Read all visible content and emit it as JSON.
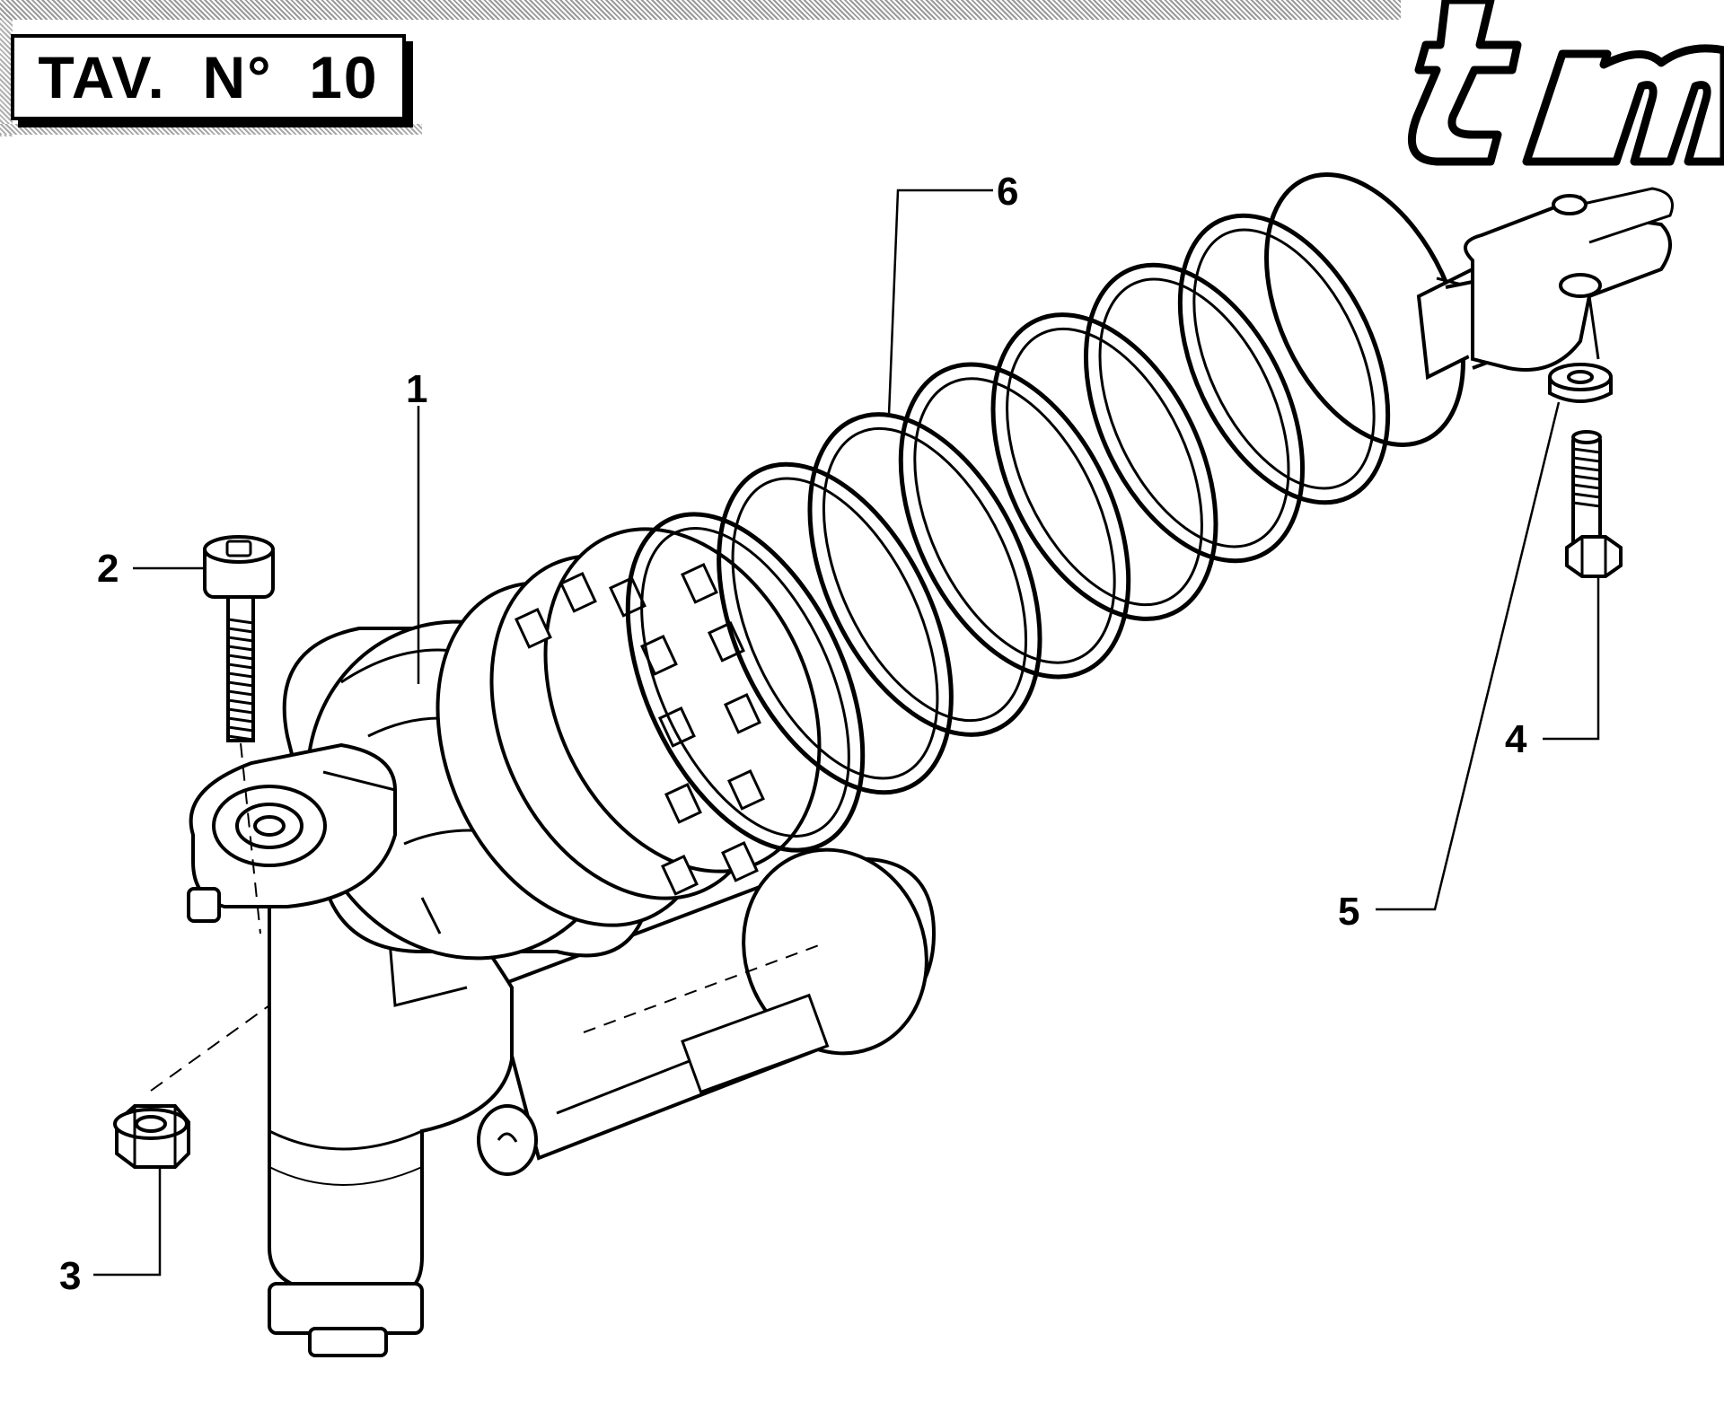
{
  "table_title": "TAV.  N°  10",
  "brand_mark": "tm",
  "callouts": [
    {
      "id": "1",
      "label": "1"
    },
    {
      "id": "2",
      "label": "2"
    },
    {
      "id": "3",
      "label": "3"
    },
    {
      "id": "4",
      "label": "4"
    },
    {
      "id": "5",
      "label": "5"
    },
    {
      "id": "6",
      "label": "6"
    }
  ],
  "colors": {
    "ink": "#000000",
    "paper": "#ffffff"
  }
}
